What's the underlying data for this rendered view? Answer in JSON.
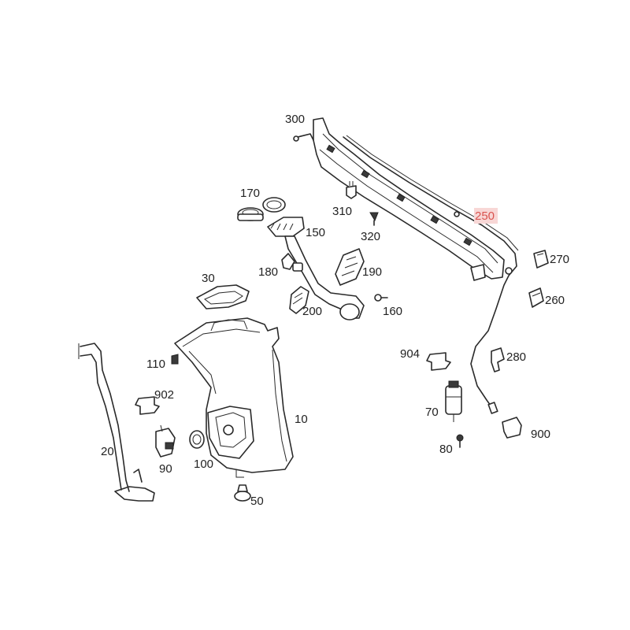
{
  "colors": {
    "line": "#2a2a2a",
    "label_text": "#222222",
    "highlight": "#d9534f"
  },
  "parts": {
    "p300": "300",
    "p170": "170",
    "p310": "310",
    "p320": "320",
    "p150": "150",
    "p250": "250",
    "p270": "270",
    "p180": "180",
    "p190": "190",
    "p30": "30",
    "p200": "200",
    "p160": "160",
    "p260": "260",
    "p904": "904",
    "p280": "280",
    "p110": "110",
    "p902": "902",
    "p10": "10",
    "p70": "70",
    "p900": "900",
    "p20": "20",
    "p90": "90",
    "p100": "100",
    "p80": "80",
    "p50": "50"
  },
  "highlighted_part": "250"
}
